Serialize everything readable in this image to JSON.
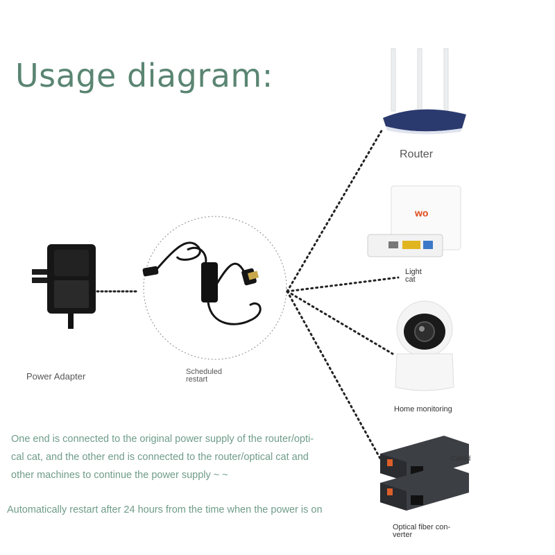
{
  "title": "Usage diagram:",
  "devices": {
    "adapter": "Power Adapter",
    "restart_line1": "Scheduled",
    "restart_line2": "restart",
    "router": "Router",
    "lightcat_line1": "Light",
    "lightcat_line2": "cat",
    "camera": "Home monitoring",
    "fiber_line1": "Optical fiber con-",
    "fiber_line2": "verter",
    "fiber_extra": "Called"
  },
  "description": {
    "line1": "One end is connected to the original power supply of the router/opti-",
    "line2": "cal cat, and the other end is connected to the router/optical cat and",
    "line3": "other machines to continue the power supply ~ ~",
    "auto": "Automatically restart after 24 hours from the time when the power is on"
  },
  "colors": {
    "title": "#5a8572",
    "description": "#6f9c89",
    "label": "#555555"
  }
}
